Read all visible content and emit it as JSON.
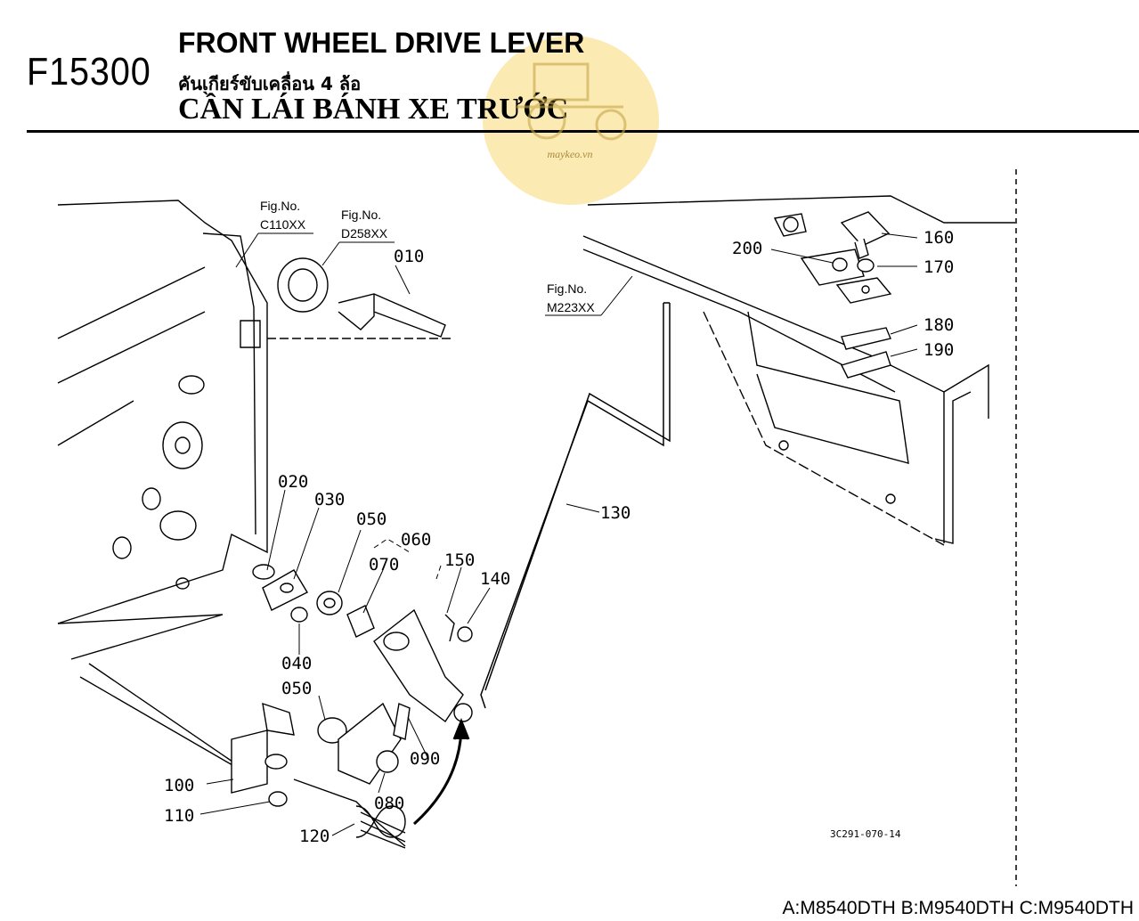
{
  "header": {
    "page_code": "F15300",
    "title_en": "FRONT WHEEL DRIVE LEVER",
    "title_th": "คันเกียร์ขับเคลื่อน 4 ล้อ",
    "title_vi": "CẦN LÁI BÁNH XE TRƯỚC"
  },
  "watermark": {
    "text": "maykeo.vn",
    "icon": "tractor-icon"
  },
  "figure_refs": [
    {
      "label": "Fig.No.",
      "code": "C110XX"
    },
    {
      "label": "Fig.No.",
      "code": "D258XX"
    },
    {
      "label": "Fig.No.",
      "code": "M223XX"
    }
  ],
  "part_labels": [
    "010",
    "020",
    "030",
    "040",
    "050",
    "050",
    "060",
    "070",
    "080",
    "090",
    "100",
    "110",
    "120",
    "130",
    "140",
    "150",
    "160",
    "170",
    "180",
    "190",
    "200"
  ],
  "drawing_code": "3C291-070-14",
  "footer": {
    "models": "A:M8540DTH B:M9540DTH C:M9540DTH"
  }
}
